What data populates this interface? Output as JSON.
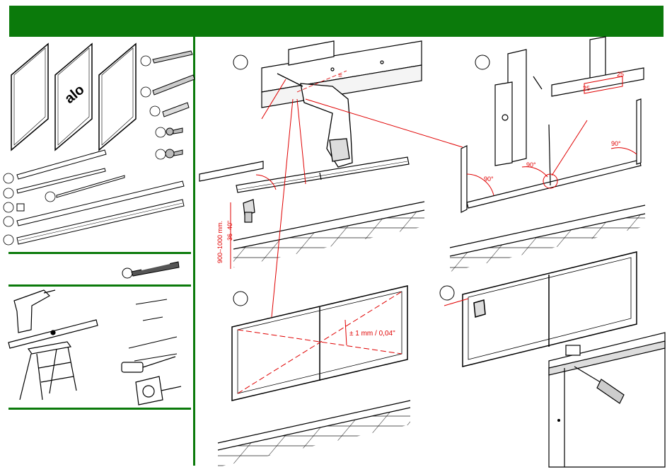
{
  "header": {
    "color": "#0b7a0b"
  },
  "annotations": {
    "height_range": "900–1000 mm.",
    "height_range_inch": "36–40\"",
    "angle_90": "90°",
    "offset_25": "25",
    "tolerance": "± 1 mm / 0,04\""
  },
  "icons": [
    "drill-icon",
    "spirit-level-icon",
    "step-ladder-icon",
    "screwdriver-icon",
    "tape-measure-icon",
    "pencil-icon",
    "drill-bit-icon",
    "screw-icon",
    "wall-plug-icon"
  ]
}
